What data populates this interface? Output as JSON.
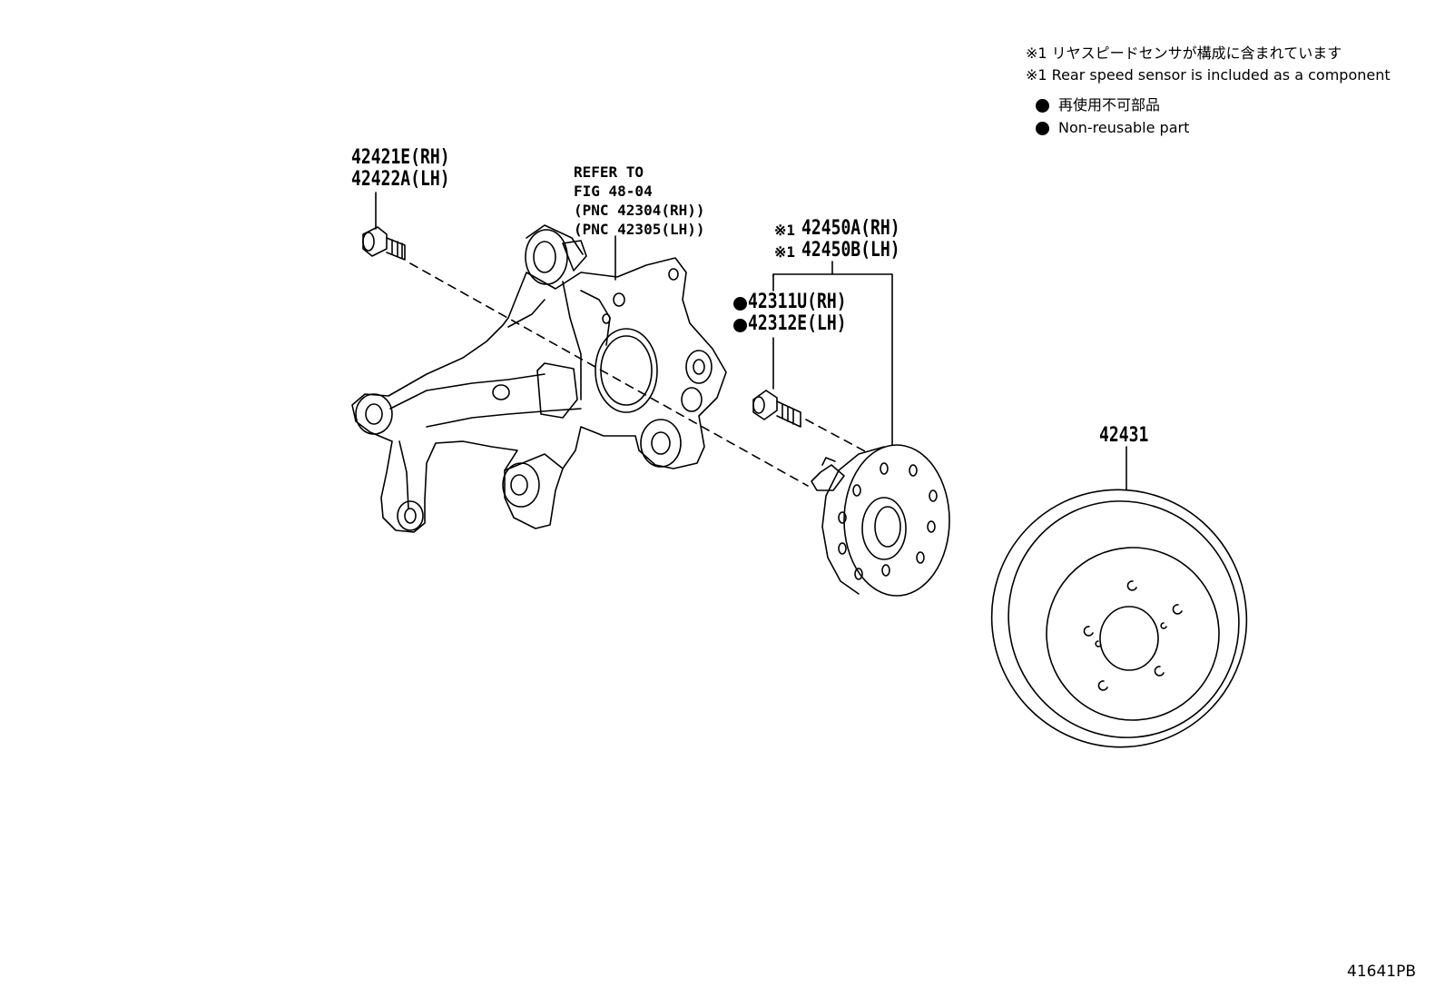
{
  "notes": {
    "component_jp": "※1 リヤスピードセンサが構成に含まれています",
    "component_en": "※1 Rear speed sensor is included as a component",
    "nonreusable_jp": "再使用不可部品",
    "nonreusable_en": "Non-reusable part"
  },
  "labels": {
    "bolt_rh": "42421E(RH)",
    "bolt_lh": "42422A(LH)",
    "refer_1": "REFER TO",
    "refer_2": "FIG 48-04",
    "refer_3": "(PNC 42304(RH))",
    "refer_4": "(PNC 42305(LH))",
    "hub_rh": "42450A(RH)",
    "hub_lh": "42450B(LH)",
    "hub_mark": "※1",
    "stud_rh": "42311U(RH)",
    "stud_lh": "42312E(LH)",
    "disc": "42431",
    "figure_code": "41641PB"
  }
}
